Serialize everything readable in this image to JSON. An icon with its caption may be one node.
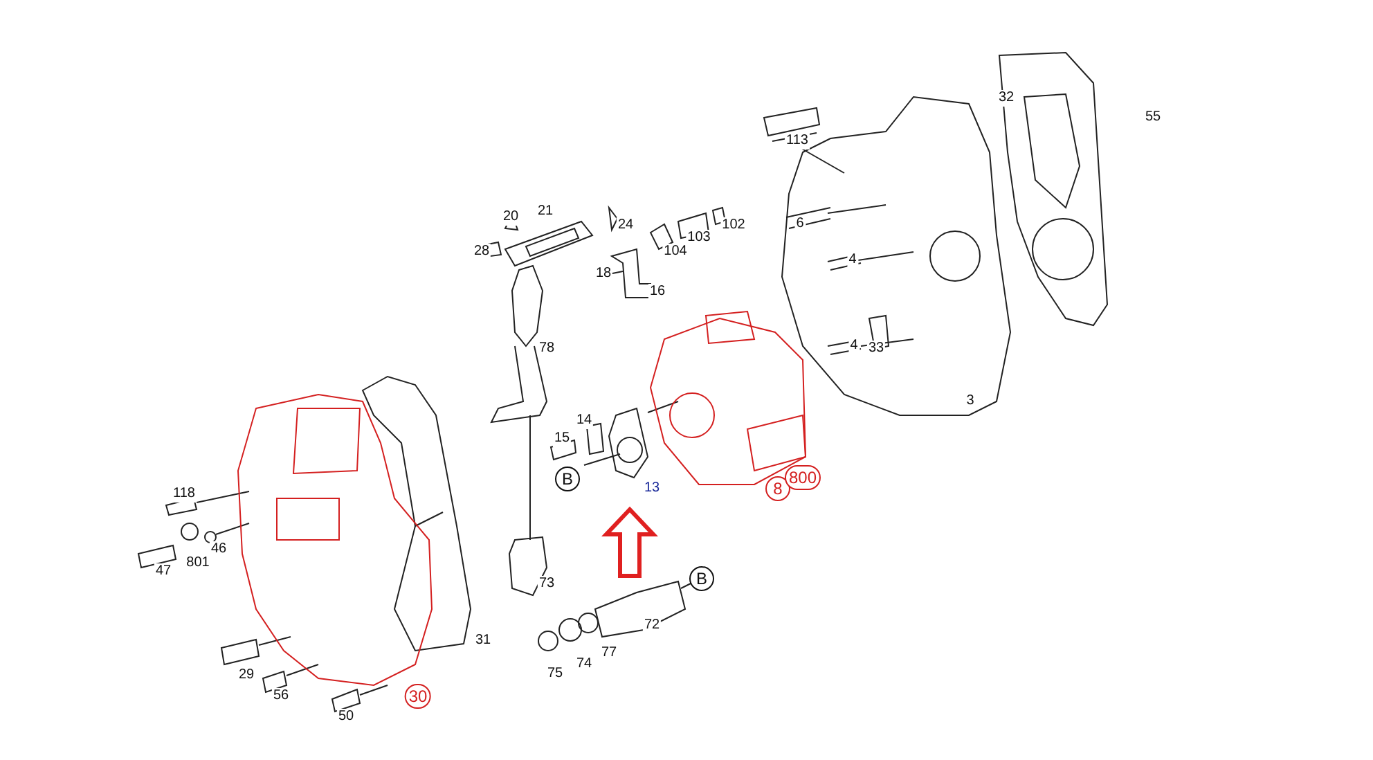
{
  "diagram": {
    "labels": [
      "32",
      "55",
      "113",
      "6",
      "20",
      "21",
      "24",
      "102",
      "28",
      "103",
      "104",
      "4",
      "18",
      "16",
      "4",
      "33",
      "78",
      "3",
      "14",
      "15",
      "B",
      "13",
      "8",
      "800",
      "118",
      "46",
      "47",
      "801",
      "73",
      "72",
      "B",
      "31",
      "77",
      "74",
      "75",
      "29",
      "56",
      "30",
      "50"
    ]
  }
}
